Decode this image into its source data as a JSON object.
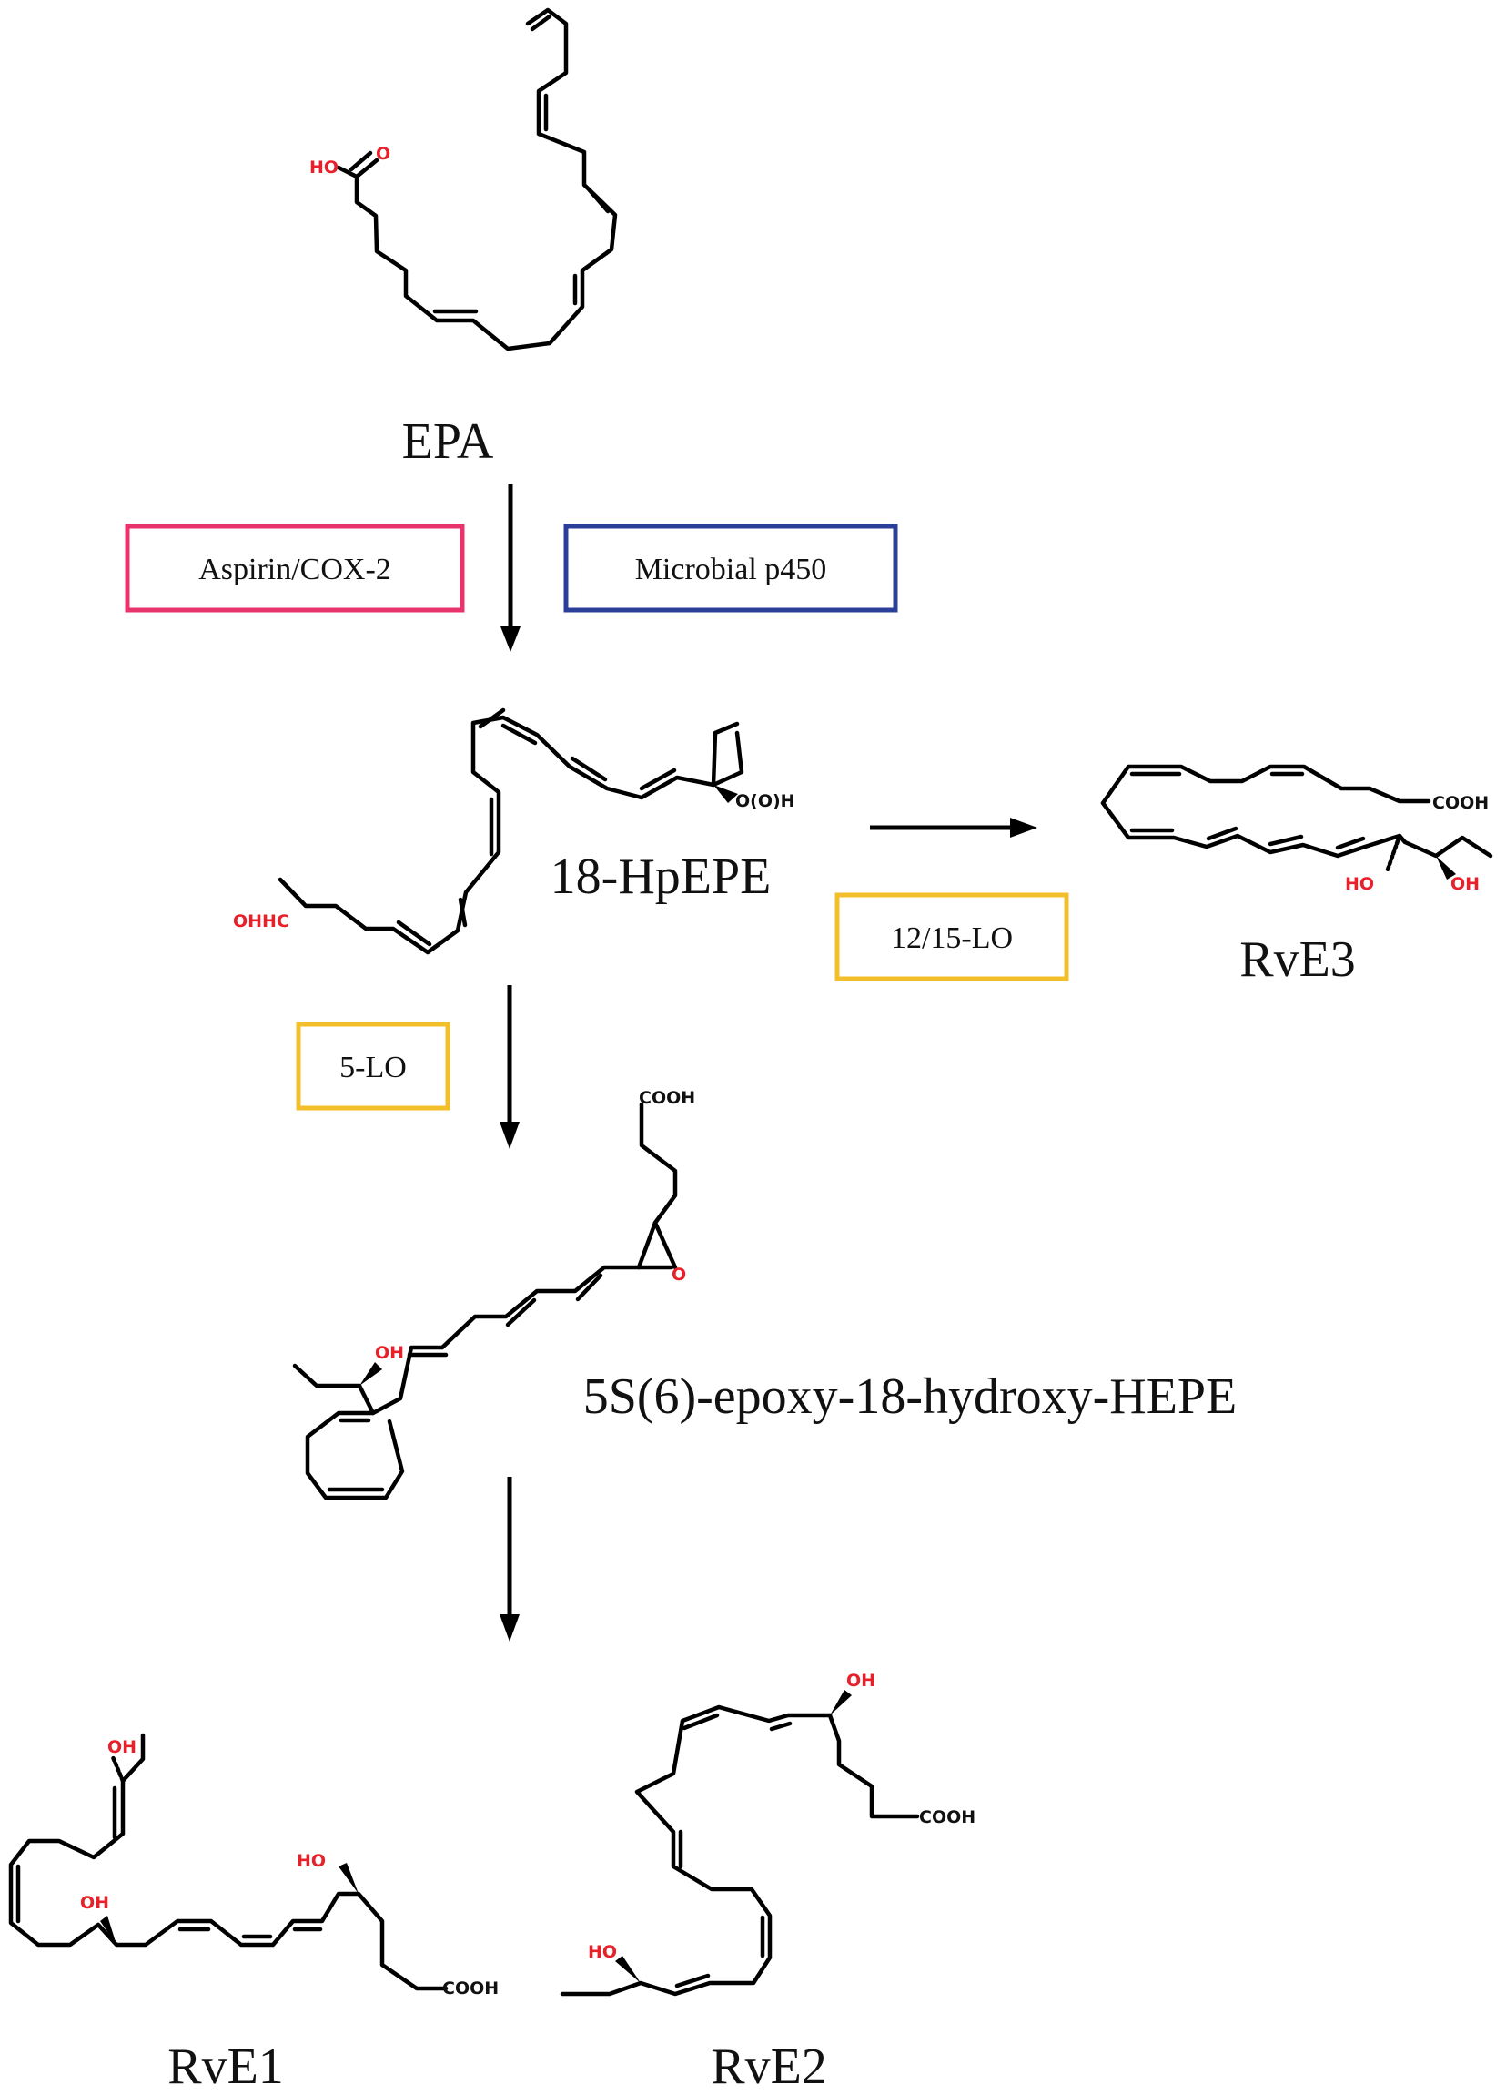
{
  "colors": {
    "aspirin_box": "#e8336d",
    "microbial_box": "#2b3f9a",
    "lipoxygenase_box": "#f2bf2a",
    "heteroatom": "#e8202a"
  },
  "compounds": {
    "epa": "EPA",
    "hpepe": "18-HpEPE",
    "rve3": "RvE3",
    "epoxy": "5S(6)-epoxy-18-hydroxy-HEPE",
    "rve1": "RvE1",
    "rve2": "RvE2"
  },
  "enzymes": {
    "aspirin_cox2": "Aspirin/COX-2",
    "microbial_p450": "Microbial p450",
    "lo_12_15": "12/15-LO",
    "lo_5": "5-LO"
  },
  "atoms": {
    "ho": "HO",
    "o": "O",
    "oh": "OH",
    "cooh": "COOH",
    "ooh": "O(O)H",
    "ohhc": "OHHC"
  }
}
